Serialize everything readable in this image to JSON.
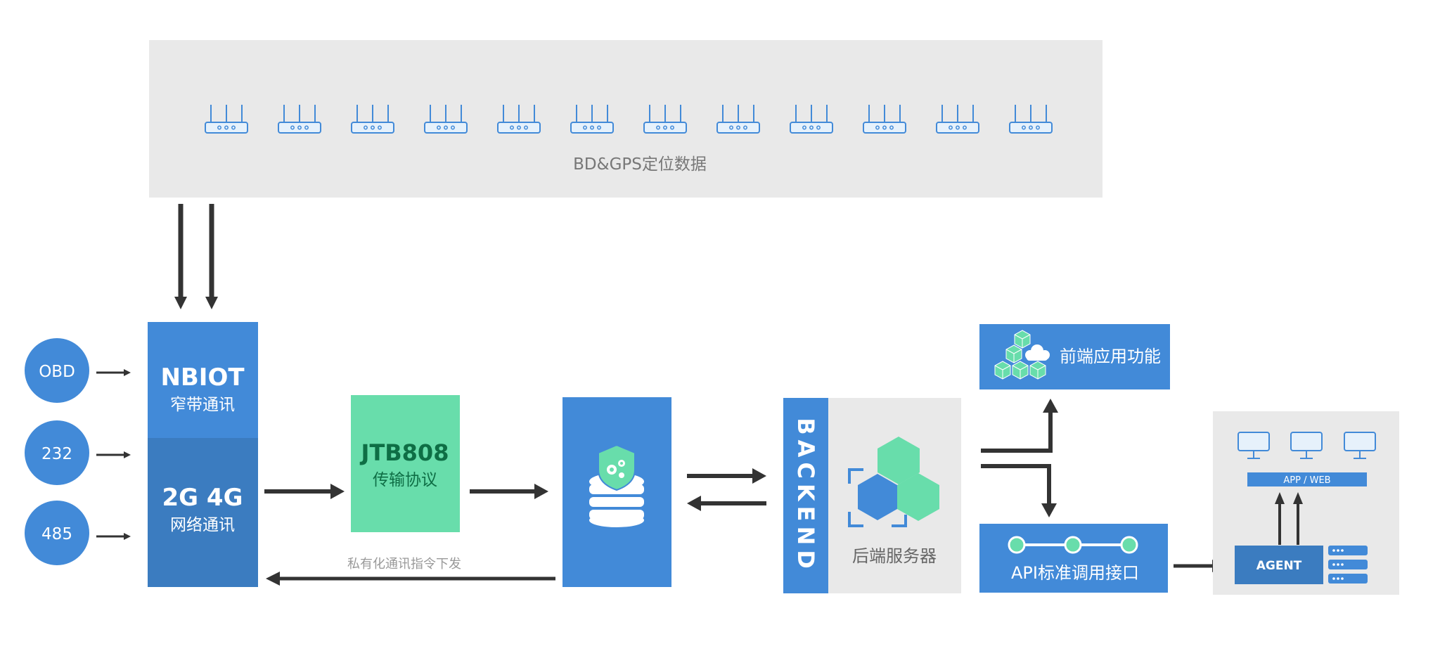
{
  "gps_panel": {
    "label": "BD&GPS定位数据",
    "device_count": 12
  },
  "inputs": [
    {
      "label": "OBD"
    },
    {
      "label": "232"
    },
    {
      "label": "485"
    }
  ],
  "network": {
    "nbiot_title": "NBIOT",
    "nbiot_sub": "窄带通讯",
    "cell_title": "2G 4G",
    "cell_sub": "网络通讯"
  },
  "protocol": {
    "title": "JTB808",
    "sub": "传输协议"
  },
  "return_label": "私有化通讯指令下发",
  "backend": {
    "vertical_title": "BACKEND",
    "label": "后端服务器"
  },
  "frontend": {
    "label": "前端应用功能"
  },
  "api": {
    "label": "API标准调用接口"
  },
  "client": {
    "app_web": "APP / WEB",
    "agent": "AGENT"
  },
  "colors": {
    "blue": "#428ad8",
    "dark_blue": "#3b7cc0",
    "green": "#68ddab",
    "dark_green": "#0e6e45",
    "panel_gray": "#e9e9e9",
    "arrow": "#333333"
  }
}
